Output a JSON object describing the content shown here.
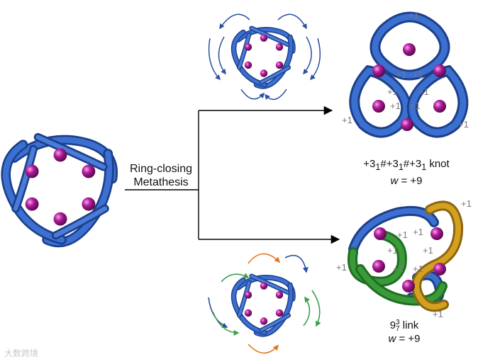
{
  "reaction_label": {
    "line1": "Ring-closing",
    "line2": "Metathesis"
  },
  "product_top": {
    "name_parts": [
      "+3",
      "1",
      "#+3",
      "1",
      "#+3",
      "1",
      " knot"
    ],
    "writhe_symbol": "w",
    "writhe_value": " = +9"
  },
  "product_bottom": {
    "name_base": "9",
    "name_sup": "3",
    "name_sub": "7",
    "name_rest": " link",
    "writhe_symbol": "w",
    "writhe_value": " = +9"
  },
  "crossing_label": "+1",
  "watermark": "大数跨境",
  "colors": {
    "strand": "#2c5bb8",
    "sphere": "#b01a9a",
    "link_green": "#3a9a3a",
    "link_gold": "#d4a020",
    "arrow_blue": "#2a4f9e",
    "arrow_orange": "#e07820",
    "arrow_green": "#3aa04a",
    "label_gray": "#7a7a7a"
  }
}
